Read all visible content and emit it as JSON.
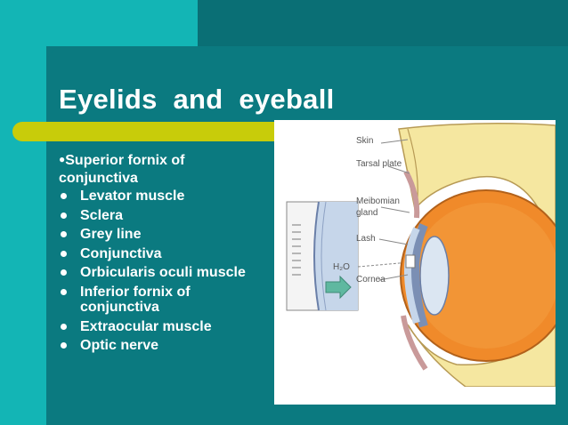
{
  "title": "Eyelids  and  eyeball",
  "list": {
    "first": "Superior fornix of conjunctiva",
    "items": [
      "Levator muscle",
      "Sclera",
      "Grey line",
      "Conjunctiva",
      "Orbicularis oculi muscle",
      "Inferior fornix of conjunctiva",
      "Extraocular muscle",
      "Optic nerve"
    ]
  },
  "figure": {
    "labels": {
      "skin": "Skin",
      "tarsal_plate": "Tarsal plate",
      "meibomian": "Meibomian",
      "gland": "gland",
      "lash": "Lash",
      "cornea": "Cornea",
      "h2o": "H₂O"
    }
  },
  "colors": {
    "background": "#0b7a80",
    "accent_teal": "#13b5b5",
    "rule": "#c8cc0a",
    "text": "#ffffff",
    "eyeball": "#f08a2a",
    "lid_tissue": "#f5e7a0"
  }
}
